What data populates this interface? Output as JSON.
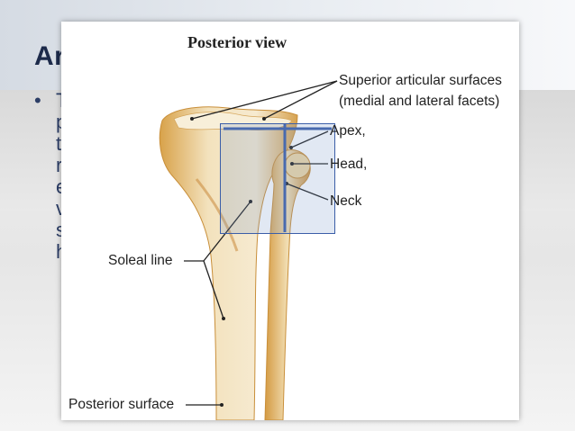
{
  "slide": {
    "title_fragment": "Ar",
    "bullet": "•",
    "body_line_fragments": [
      "T",
      "p",
      "t",
      "r",
      "e",
      "v",
      "s",
      "h"
    ]
  },
  "figure": {
    "title": "Posterior view",
    "labels": {
      "superior_articular_1": "Superior articular surfaces",
      "superior_articular_2": "(medial and lateral facets)",
      "apex": "Apex,",
      "head": "Head,",
      "neck": "Neck",
      "soleal_line": "Soleal line",
      "posterior_surface": "Posterior surface"
    }
  },
  "colors": {
    "title_color": "#1c2a4a",
    "bone_light": "#f6ead0",
    "bone_dark": "#d8a24a",
    "overlay_border": "#3b5ea8",
    "leader_line": "#222222"
  }
}
